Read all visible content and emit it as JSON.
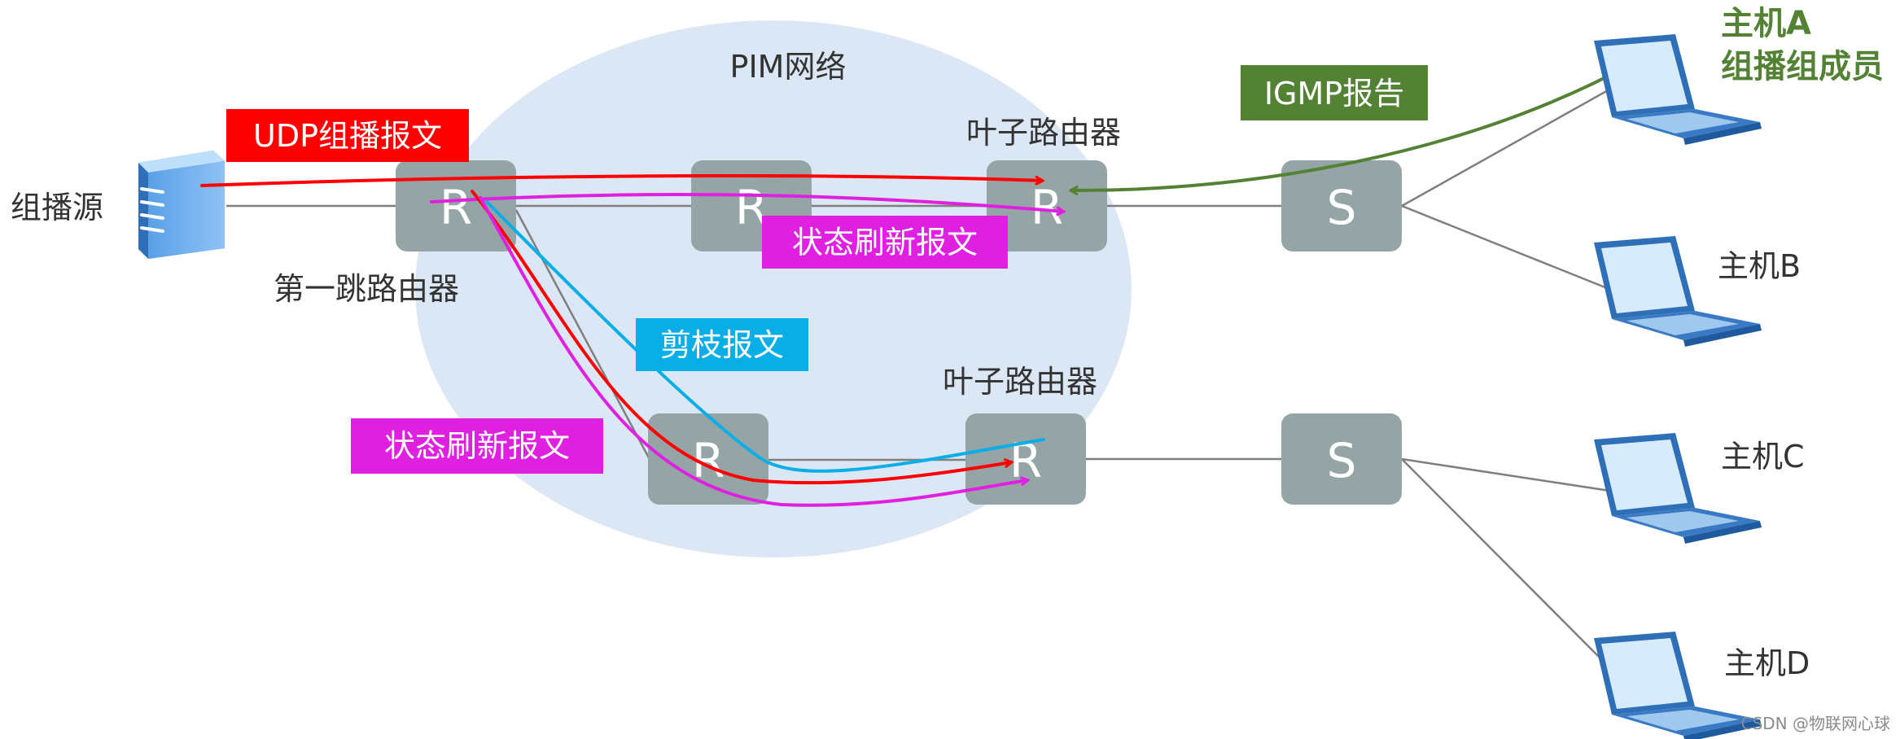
{
  "network_label": "PIM网络",
  "source_label": "组播源",
  "first_hop_label": "第一跳路由器",
  "leaf_label_top": "叶子路由器",
  "leaf_label_bottom": "叶子路由器",
  "router_letter": "R",
  "switch_letter": "S",
  "tags": {
    "udp": "UDP组播报文",
    "refresh_top": "状态刷新报文",
    "prune": "剪枝报文",
    "refresh_bottom": "状态刷新报文",
    "igmp": "IGMP报告"
  },
  "hosts": {
    "a_line1": "主机A",
    "a_line2": "组播组成员",
    "b": "主机B",
    "c": "主机C",
    "d": "主机D"
  },
  "watermark": "CSDN @物联网心球",
  "colors": {
    "udp": "#ff0000",
    "refresh": "#e020e0",
    "prune": "#0aaee6",
    "igmp": "#548235",
    "node": "#95a5a6",
    "cloud": "#dbe7f4"
  }
}
